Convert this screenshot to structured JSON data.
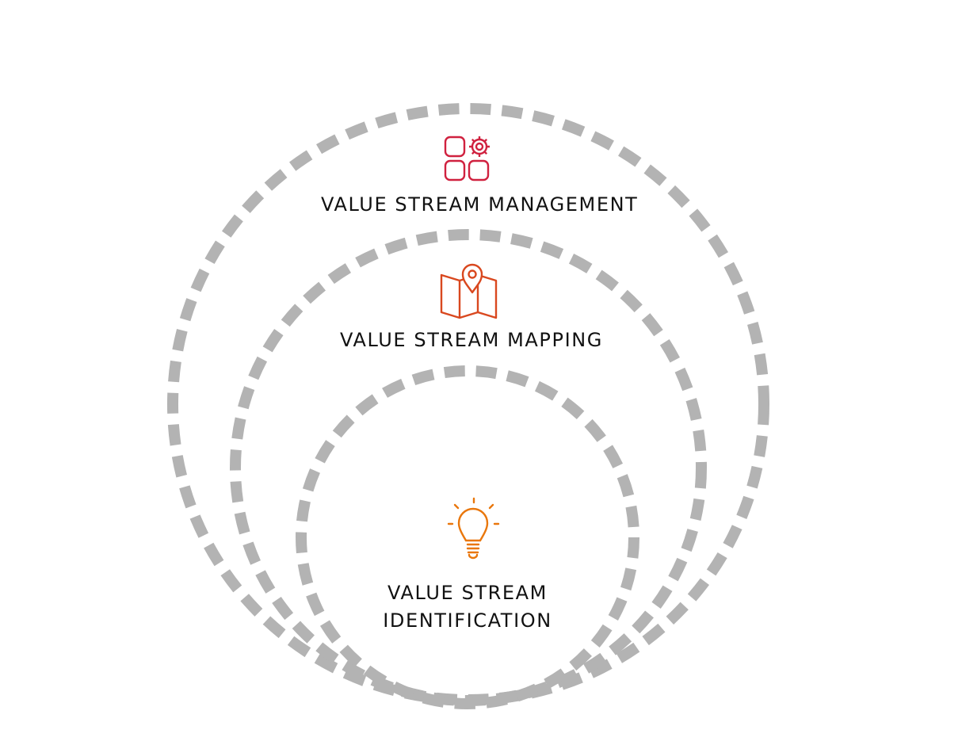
{
  "levels": {
    "management": {
      "label": "VALUE STREAM MANAGEMENT",
      "icon": "apps-gear-icon",
      "color": "#d0213f"
    },
    "mapping": {
      "label": "VALUE STREAM MAPPING",
      "icon": "map-pin-icon",
      "color": "#d9481f"
    },
    "identification": {
      "label_line1": "VALUE STREAM",
      "label_line2": "IDENTIFICATION",
      "icon": "lightbulb-icon",
      "color": "#e9770c"
    }
  },
  "ring_color": "#b3b3b3"
}
